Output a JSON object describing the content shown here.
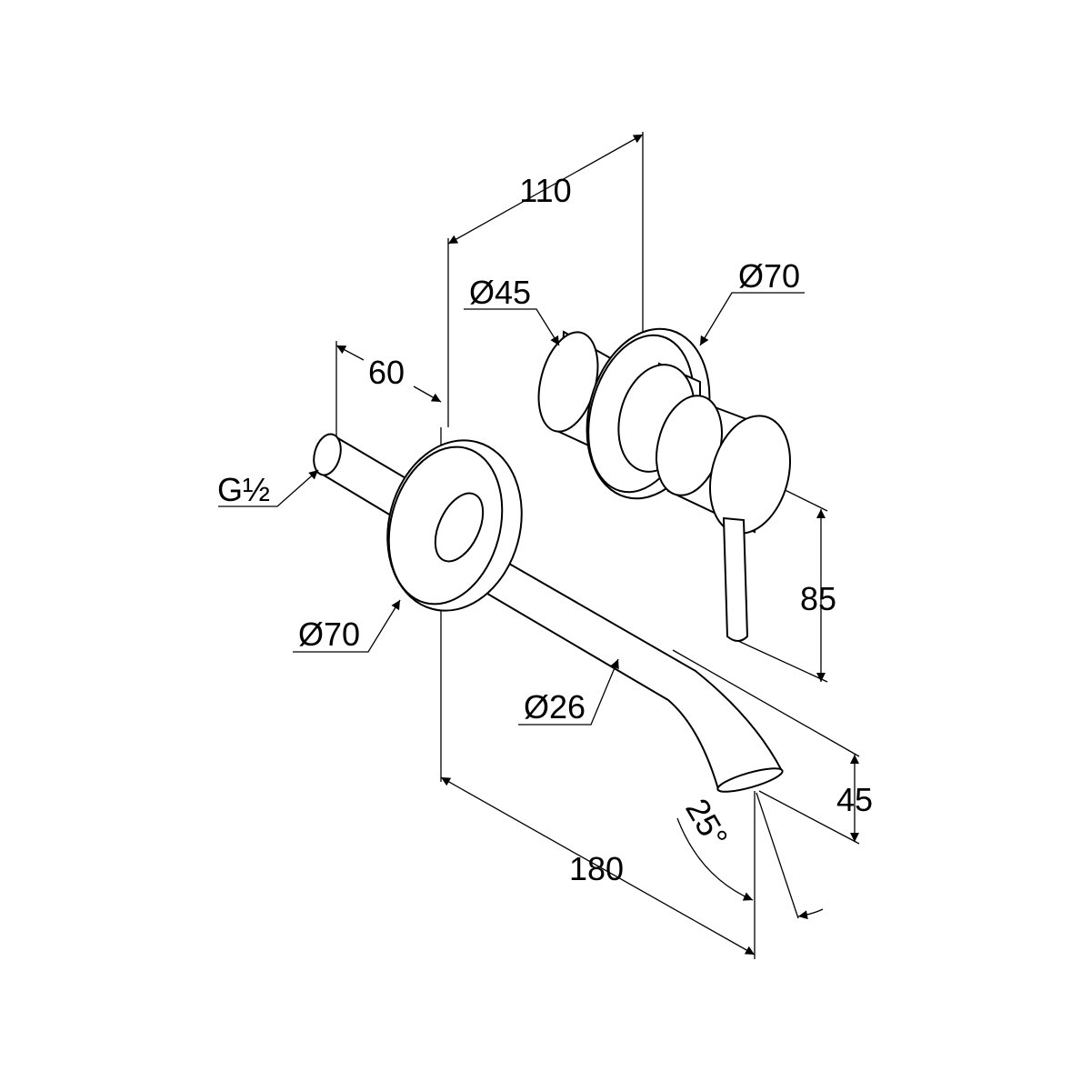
{
  "drawing": {
    "dimensions": {
      "depth_valve": "110",
      "valve_diameter_small": "Ø45",
      "valve_rosette_diameter": "Ø70",
      "pipe_depth": "60",
      "thread": "G½",
      "spout_rosette_diameter": "Ø70",
      "spout_diameter": "Ø26",
      "handle_height": "85",
      "spout_height": "45",
      "spout_projection": "180",
      "spout_angle": "25°"
    },
    "colors": {
      "line": "#000000",
      "background": "#ffffff"
    }
  }
}
